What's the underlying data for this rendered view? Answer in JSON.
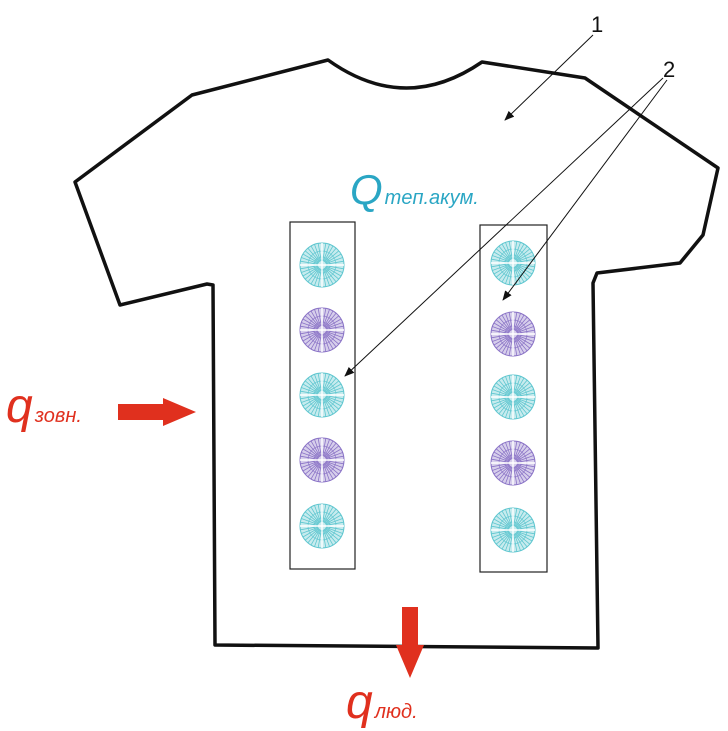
{
  "labels": {
    "callout_1": "1",
    "callout_2": "2",
    "q_heat_storage": {
      "main": "Q",
      "sub": "теп.акум."
    },
    "q_external": {
      "main": "q",
      "sub": "зовн."
    },
    "q_person": {
      "main": "q",
      "sub": "люд."
    }
  },
  "colors": {
    "outline": "#111111",
    "heat_arrow": "#e0301e",
    "storage_label": "#2aa6c4",
    "element_cyan": "#5ec6cf",
    "element_purple": "#8a73c6",
    "panel_border": "#222222"
  },
  "panels": [
    {
      "side": "left",
      "elements": [
        "cyan",
        "purple",
        "cyan",
        "purple",
        "cyan"
      ]
    },
    {
      "side": "right",
      "elements": [
        "cyan",
        "purple",
        "cyan",
        "purple",
        "cyan"
      ]
    }
  ]
}
